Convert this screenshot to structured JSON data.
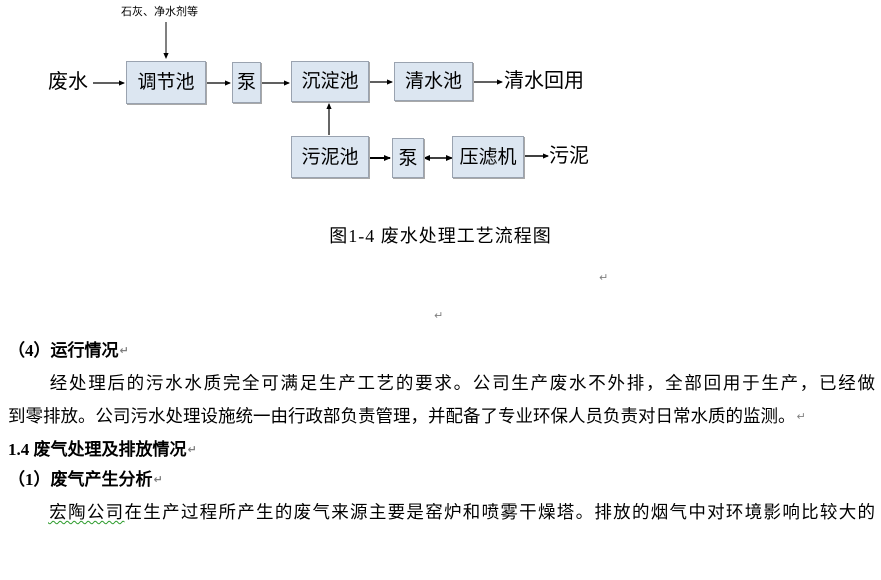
{
  "document": {
    "figure": {
      "caption": "图1-4 废水处理工艺流程图",
      "additive_label": "石灰、净水剂等",
      "input_label": "废水",
      "output_clean_label": "清水回用",
      "output_sludge_label": "污泥",
      "boxes": [
        {
          "id": "tiaojiechi",
          "label": "调节池"
        },
        {
          "id": "pump-1",
          "label": "泵"
        },
        {
          "id": "chendianchi",
          "label": "沉淀池"
        },
        {
          "id": "qingshuichi",
          "label": "清水池"
        },
        {
          "id": "wunichi",
          "label": "污泥池"
        },
        {
          "id": "pump-2",
          "label": "泵"
        },
        {
          "id": "yalvji",
          "label": "压滤机"
        }
      ],
      "colors": {
        "box_fill": "#dce6f1",
        "box_border": "#9aa3b0",
        "connector": "#000000"
      }
    },
    "sections": [
      {
        "heading": "（4）运行情况",
        "paragraphs": [
          "经处理后的污水水质完全可满足生产工艺的要求。公司生产废水不外排，全部回用于生产，已经做到零排放。公司污水处理设施统一由行政部负责管理，并配备了专业环保人员负责对日常水质的监测。"
        ]
      },
      {
        "heading": "1.4 废气处理及排放情况",
        "paragraphs": []
      },
      {
        "heading": "（1）废气产生分析",
        "paragraphs": [
          "宏陶公司在生产过程所产生的废气来源主要是窑炉和喷雾干燥塔。排放的烟气中对环境影响比较大的"
        ]
      }
    ],
    "text_fragments": {
      "para1_line1_a": "经处理后的污水水质完全可满足生产工艺的要求。公司生产废水不外排，全部回用于生产，已经做",
      "para1_line2_a": "到零排放。公司污水处理设施统一由行政部负责管理，并配备了专业环保人员负责对日常水质的监测。",
      "para2_spell": "宏陶公司",
      "para2_rest": "在生产过程所产生的废气来源主要是窑炉和喷雾干燥塔。排放的烟气中对环境影响比较大的"
    },
    "marks": {
      "pilcrow": "↵"
    }
  }
}
